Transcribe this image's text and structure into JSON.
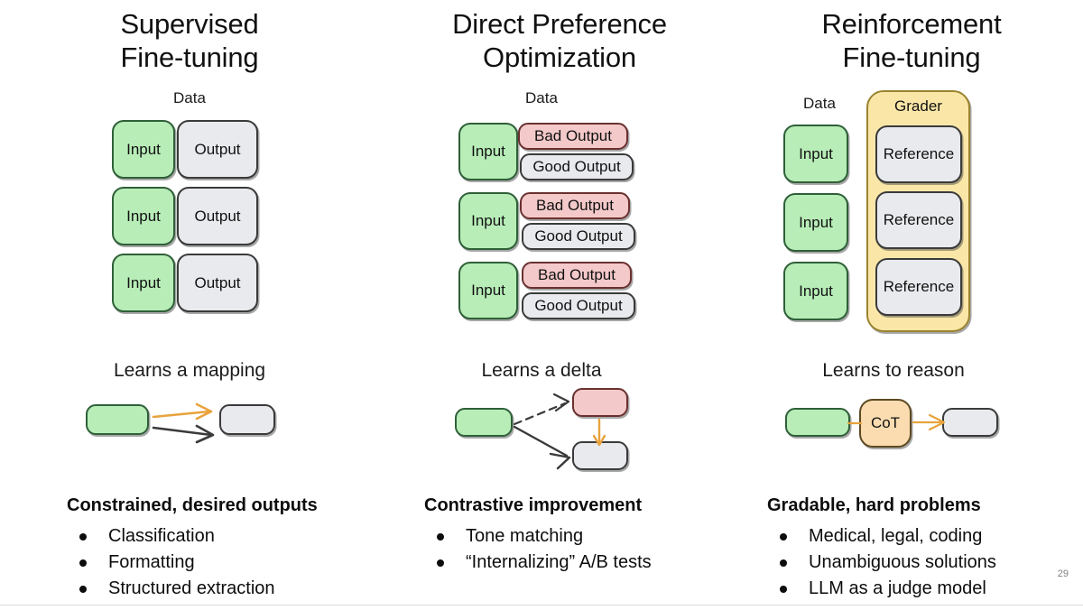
{
  "slide": {
    "number": "29",
    "background": "#ffffff"
  },
  "palette": {
    "green": "#b8edb8",
    "grey": "#e8eaed",
    "pink": "#f4c9c9",
    "yellow": "#fae7a8",
    "peach": "#fadcb0",
    "orange_arrow": "#e8a33d",
    "dark_arrow": "#3a3a3a"
  },
  "columns": [
    {
      "id": "supervised-fine-tuning",
      "title_line1": "Supervised",
      "title_line2": "Fine-tuning",
      "data_label": "Data",
      "rows": [
        {
          "input": "Input",
          "output": "Output"
        },
        {
          "input": "Input",
          "output": "Output"
        },
        {
          "input": "Input",
          "output": "Output"
        }
      ],
      "learns_label": "Learns a mapping",
      "bullets_head": "Constrained, desired outputs",
      "bullets": [
        "Classification",
        "Formatting",
        "Structured extraction"
      ]
    },
    {
      "id": "direct-preference-optimization",
      "title_line1": "Direct Preference",
      "title_line2": "Optimization",
      "data_label": "Data",
      "rows": [
        {
          "input": "Input",
          "bad": "Bad Output",
          "good": "Good Output"
        },
        {
          "input": "Input",
          "bad": "Bad Output",
          "good": "Good Output"
        },
        {
          "input": "Input",
          "bad": "Bad Output",
          "good": "Good Output"
        }
      ],
      "learns_label": "Learns a delta",
      "bullets_head": "Contrastive improvement",
      "bullets": [
        "Tone matching",
        "“Internalizing” A/B tests"
      ]
    },
    {
      "id": "reinforcement-fine-tuning",
      "title_line1": "Reinforcement",
      "title_line2": "Fine-tuning",
      "data_label": "Data",
      "grader_label": "Grader",
      "rows": [
        {
          "input": "Input",
          "reference": "Reference"
        },
        {
          "input": "Input",
          "reference": "Reference"
        },
        {
          "input": "Input",
          "reference": "Reference"
        }
      ],
      "learns_label": "Learns to reason",
      "cot_label": "CoT",
      "bullets_head": "Gradable, hard problems",
      "bullets": [
        "Medical, legal, coding",
        "Unambiguous solutions",
        "LLM as a judge model"
      ]
    }
  ]
}
